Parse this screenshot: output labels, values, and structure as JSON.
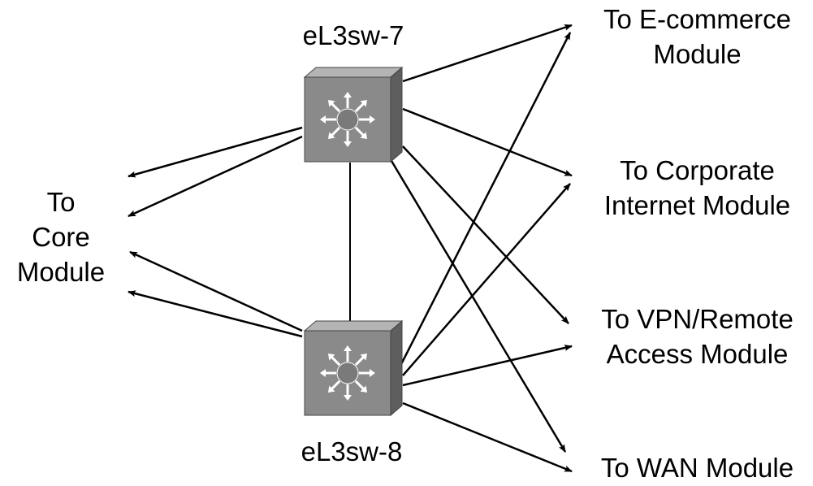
{
  "switches": [
    {
      "id": "sw7",
      "label": "eL3sw-7",
      "icon": "layer3-switch-icon"
    },
    {
      "id": "sw8",
      "label": "eL3sw-8",
      "icon": "layer3-switch-icon"
    }
  ],
  "destinations": {
    "core": {
      "lines": [
        "To",
        "Core",
        "Module"
      ]
    },
    "ecommerce": {
      "lines": [
        "To E-commerce",
        "Module"
      ]
    },
    "corporate": {
      "lines": [
        "To Corporate",
        "Internet Module"
      ]
    },
    "vpn": {
      "lines": [
        "To VPN/Remote",
        "Access Module"
      ]
    },
    "wan": {
      "lines": [
        "To WAN Module"
      ]
    }
  },
  "colors": {
    "switch_front": "#8a8a8a",
    "switch_top": "#b4b4b4",
    "switch_side": "#5e5e5e",
    "line": "#000000"
  }
}
